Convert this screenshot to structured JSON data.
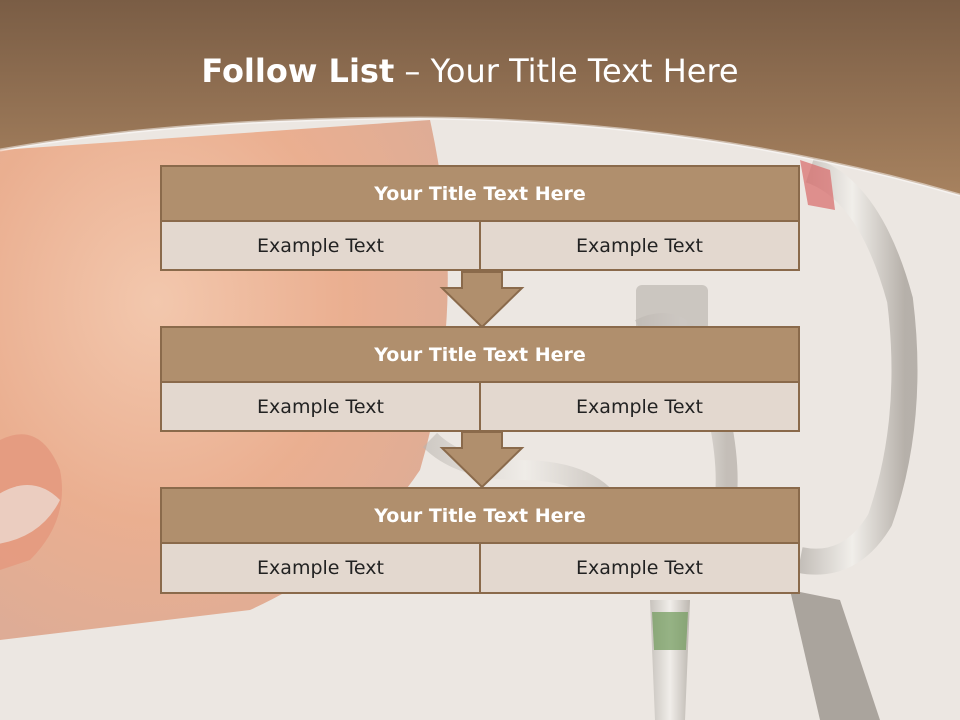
{
  "slide": {
    "title_bold": "Follow List",
    "title_rest": " – Your Title Text Here"
  },
  "steps": [
    {
      "title": "Your Title Text Here",
      "left": "Example Text",
      "right": "Example Text"
    },
    {
      "title": "Your Title Text Here",
      "left": "Example Text",
      "right": "Example Text"
    },
    {
      "title": "Your Title Text Here",
      "left": "Example Text",
      "right": "Example Text"
    }
  ],
  "colors": {
    "header_brown": "#8e6c4e",
    "box_fill": "#b08f6d",
    "cell_fill": "#e3d8cf",
    "border": "#8a6a4b",
    "arrow": "#b08f6d"
  },
  "icons": {
    "step_connector": "down-arrow-icon"
  }
}
